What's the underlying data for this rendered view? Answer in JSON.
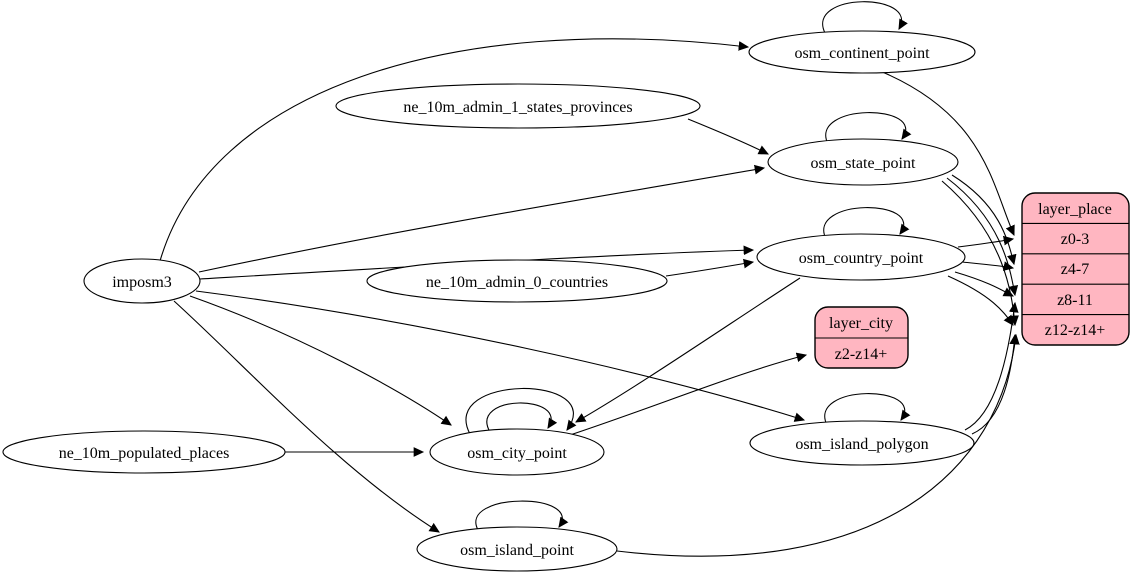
{
  "graph": {
    "description": "ETL dependency graph for map place layers",
    "colors": {
      "record_fill": "#ffb6c1",
      "node_fill": "#ffffff",
      "stroke": "#000000",
      "background": "#ffffff"
    },
    "nodes": {
      "imposm3": {
        "label": "imposm3",
        "shape": "ellipse"
      },
      "ne_10m_admin_1_states_provinces": {
        "label": "ne_10m_admin_1_states_provinces",
        "shape": "ellipse"
      },
      "ne_10m_admin_0_countries": {
        "label": "ne_10m_admin_0_countries",
        "shape": "ellipse"
      },
      "ne_10m_populated_places": {
        "label": "ne_10m_populated_places",
        "shape": "ellipse"
      },
      "osm_continent_point": {
        "label": "osm_continent_point",
        "shape": "ellipse"
      },
      "osm_state_point": {
        "label": "osm_state_point",
        "shape": "ellipse"
      },
      "osm_country_point": {
        "label": "osm_country_point",
        "shape": "ellipse"
      },
      "osm_city_point": {
        "label": "osm_city_point",
        "shape": "ellipse"
      },
      "osm_island_polygon": {
        "label": "osm_island_polygon",
        "shape": "ellipse"
      },
      "osm_island_point": {
        "label": "osm_island_point",
        "shape": "ellipse"
      }
    },
    "records": {
      "layer_city": {
        "title": "layer_city",
        "rows": [
          "z2-z14+"
        ]
      },
      "layer_place": {
        "title": "layer_place",
        "rows": [
          "z0-3",
          "z4-7",
          "z8-11",
          "z12-z14+"
        ]
      }
    },
    "edges": [
      {
        "from": "imposm3",
        "to": "osm_continent_point"
      },
      {
        "from": "imposm3",
        "to": "osm_state_point"
      },
      {
        "from": "imposm3",
        "to": "osm_country_point"
      },
      {
        "from": "imposm3",
        "to": "osm_city_point"
      },
      {
        "from": "imposm3",
        "to": "osm_island_polygon"
      },
      {
        "from": "imposm3",
        "to": "osm_island_point"
      },
      {
        "from": "ne_10m_admin_1_states_provinces",
        "to": "osm_state_point"
      },
      {
        "from": "ne_10m_admin_0_countries",
        "to": "osm_country_point"
      },
      {
        "from": "ne_10m_populated_places",
        "to": "osm_city_point"
      },
      {
        "from": "osm_continent_point",
        "to": "osm_continent_point"
      },
      {
        "from": "osm_state_point",
        "to": "osm_state_point"
      },
      {
        "from": "osm_country_point",
        "to": "osm_country_point"
      },
      {
        "from": "osm_city_point",
        "to": "osm_city_point"
      },
      {
        "from": "osm_city_point",
        "to": "osm_city_point"
      },
      {
        "from": "osm_island_polygon",
        "to": "osm_island_polygon"
      },
      {
        "from": "osm_island_point",
        "to": "osm_island_point"
      },
      {
        "from": "osm_country_point",
        "to": "osm_city_point"
      },
      {
        "from": "osm_city_point",
        "to": "layer_city:z2-z14+"
      },
      {
        "from": "osm_continent_point",
        "to": "layer_place:z0-3"
      },
      {
        "from": "osm_country_point",
        "to": "layer_place:z0-3"
      },
      {
        "from": "osm_country_point",
        "to": "layer_place:z4-7"
      },
      {
        "from": "osm_country_point",
        "to": "layer_place:z8-11"
      },
      {
        "from": "osm_country_point",
        "to": "layer_place:z12-z14+"
      },
      {
        "from": "osm_state_point",
        "to": "layer_place:z4-7"
      },
      {
        "from": "osm_state_point",
        "to": "layer_place:z8-11"
      },
      {
        "from": "osm_state_point",
        "to": "layer_place:z12-z14+"
      },
      {
        "from": "osm_island_polygon",
        "to": "layer_place:z8-11"
      },
      {
        "from": "osm_island_polygon",
        "to": "layer_place:z12-z14+"
      },
      {
        "from": "osm_island_point",
        "to": "layer_place:z12-z14+"
      }
    ]
  }
}
